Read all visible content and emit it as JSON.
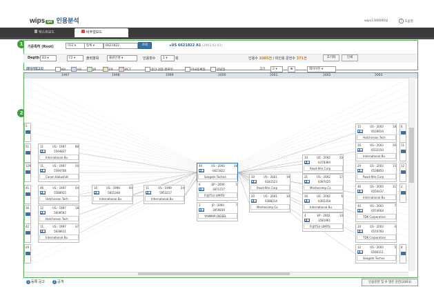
{
  "header": {
    "logo_text": "wips",
    "logo_badge": "on",
    "service_title": "인용분석",
    "user_text": "wips1300000님",
    "help_label": "도움말",
    "help_icon": "?"
  },
  "tabs": {
    "text_tab": "텍스트모드",
    "citation_tab": "비주얼모드"
  },
  "badges": {
    "one": "1",
    "two": "2"
  },
  "controls": {
    "search_label": "기준특허 (Root)",
    "country_value": "미국",
    "type_value": "등록",
    "number_value": "6621822",
    "search_button": "조회",
    "patent_link": "▸US 6621822 A1",
    "patent_date": "(2003.02.01)",
    "depth_label": "Depth",
    "depth_b": "B3",
    "depth_f": "F2",
    "filter_label": "출력항목",
    "filter_value": "출원인명",
    "citation_label": "인용횟수",
    "citation_value": "1",
    "citation_unit": "회",
    "stats_prefix": "인용수",
    "stats_total": "1085",
    "stats_mid": "건 / 피인용 문헌수",
    "stats_count": "371",
    "stats_suffix": "건",
    "btn_reset": "초기화",
    "btn_print": "인쇄"
  },
  "legend": {
    "label": "테마카테고리",
    "items": [
      "KR",
      "US",
      "JP",
      "EP",
      "PCT",
      "중간 검증 완료부",
      "미국등록일",
      "한림일"
    ],
    "zoom_label": "크기",
    "zoom_value": "2",
    "layout_value": "레이아웃"
  },
  "years": [
    "1997",
    "1998",
    "1999",
    "2000",
    "2001",
    "2002",
    "2003"
  ],
  "nodes": [
    {
      "l": "11",
      "c": "US - 1997",
      "r": "88",
      "pno": "5594827",
      "name": "International Bu"
    },
    {
      "l": "11",
      "c": "US - 1997",
      "r": "20",
      "pno": "5594708",
      "name": "Canon Kabushiki"
    },
    {
      "l": "46",
      "c": "US - 1997",
      "r": "44",
      "pno": "5588925",
      "name": "Hutchinson Tech"
    },
    {
      "l": "12",
      "c": "US - 1997",
      "r": "18",
      "pno": "5608592",
      "name": "Hutchinson Tech"
    },
    {
      "l": "11",
      "c": "US - 1997",
      "r": "37",
      "pno": "5638611",
      "name": "International Bu"
    },
    {
      "l": "10",
      "c": "US - 1998",
      "r": "60",
      "pno": "5815348",
      "name": "International Bu"
    },
    {
      "l": "11",
      "c": "US - 1999",
      "r": "24",
      "pno": "5953217",
      "name": "International Bu"
    },
    {
      "l": "40",
      "c": "US - 2000",
      "r": "38",
      "pno": "6621822",
      "name": "Seagate Techno"
    },
    {
      "l": "6",
      "c": "EP - 2000",
      "r": "5",
      "pno": "3071727",
      "name": "FUJITSU LIMITE"
    },
    {
      "l": "2",
      "c": "JP - 2000",
      "r": "7",
      "pno": "3059839",
      "name": "YANMAR DIESEL"
    },
    {
      "l": "20",
      "c": "US - 2001",
      "r": "19",
      "pno": "6181523",
      "name": "Read-Rite Corp"
    },
    {
      "l": "20",
      "c": "US - 2001",
      "r": "10",
      "pno": "6388214",
      "name": "Meshecomp Co"
    },
    {
      "l": "10",
      "c": "US - 2002",
      "r": "20",
      "pno": "6378364",
      "name": "Read-Rite Corp"
    },
    {
      "l": "21",
      "c": "US - 2002",
      "r": "17",
      "pno": "6397425",
      "name": "Meshecomp Co"
    },
    {
      "l": "26",
      "c": "US - 2002",
      "r": "6",
      "pno": "6392358",
      "name": "International Bu"
    },
    {
      "l": "4",
      "c": "EP - 2002",
      "r": "14",
      "pno": "1581961",
      "name": "FUJITSU LIMITE"
    },
    {
      "l": "15",
      "c": "US - 2003",
      "r": "18",
      "pno": "6530619",
      "name": "Hutchinson Tech"
    },
    {
      "l": "16",
      "c": "US - 2003",
      "r": "16",
      "pno": "6532150",
      "name": "International Bu"
    },
    {
      "l": "29",
      "c": "US - 2003",
      "r": "15",
      "pno": "6538850",
      "name": "Read-Rite Corp"
    },
    {
      "l": "46",
      "c": "US - 2003",
      "r": "11",
      "pno": "6556437",
      "name": "International Bu"
    },
    {
      "l": "40",
      "c": "US - 2003",
      "r": "7",
      "pno": "6574664",
      "name": "TDK Corporation"
    },
    {
      "l": "10",
      "c": "US - 2003",
      "r": "4",
      "pno": "6570760",
      "name": "TDK Corporation"
    },
    {
      "l": "12",
      "c": "US - 2003",
      "r": "5",
      "pno": "6590311",
      "name": "Seagate Techno"
    }
  ],
  "side_values": [
    "5",
    "51",
    "129",
    "41",
    "36",
    "42",
    "29",
    "6",
    "11",
    "12",
    "2",
    "8"
  ],
  "footer": {
    "l1_num": "1",
    "l1": "등록 공고",
    "l2_num": "2",
    "l2": "공개",
    "btn": "인용문헌 및 수 많은 문헌(2003)"
  },
  "colors": {
    "accent_green": "#3ca13c",
    "tab_dark": "#3b3b3b",
    "link_blue": "#2a5d8a"
  }
}
